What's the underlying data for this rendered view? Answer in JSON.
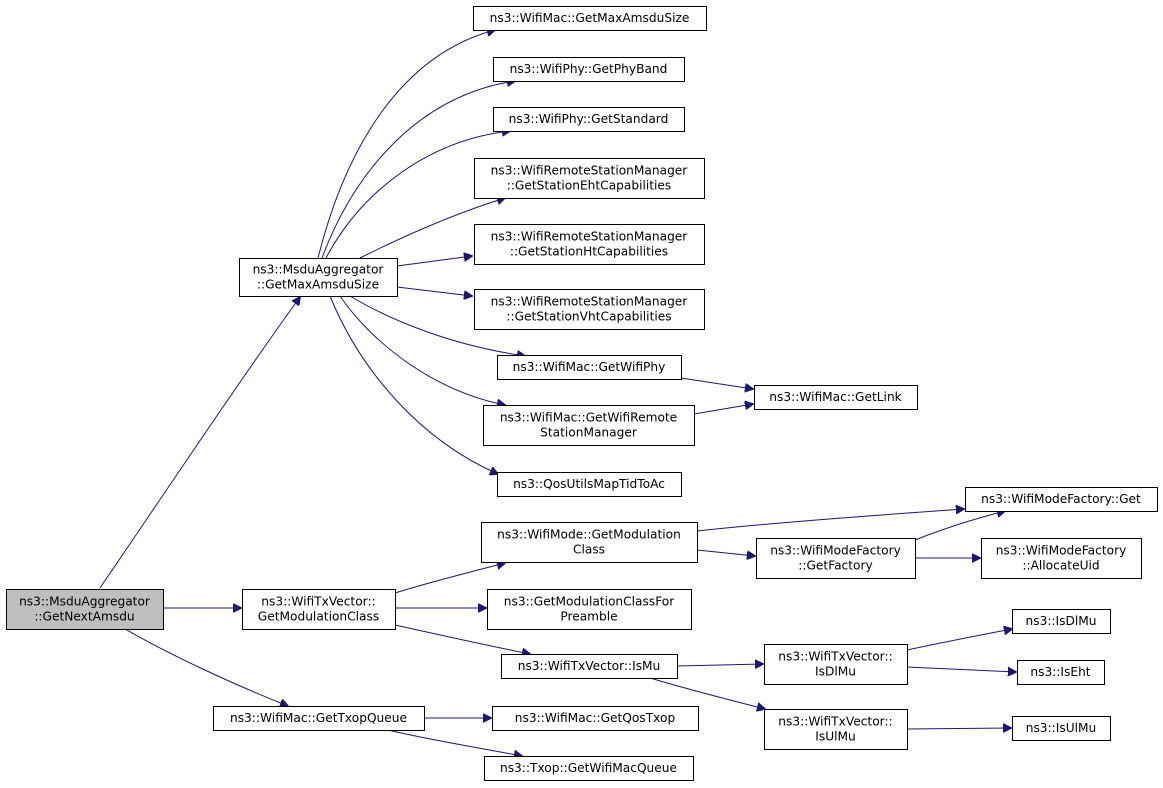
{
  "diagram": {
    "nodes": [
      {
        "id": "root",
        "lines": [
          "ns3::MsduAggregator",
          "::GetNextAmsdu"
        ],
        "root": true
      },
      {
        "id": "getMaxAmsduSize",
        "lines": [
          "ns3::MsduAggregator",
          "::GetMaxAmsduSize"
        ]
      },
      {
        "id": "macGetMaxAmsduSize",
        "lines": [
          "ns3::WifiMac::GetMaxAmsduSize"
        ]
      },
      {
        "id": "phyBand",
        "lines": [
          "ns3::WifiPhy::GetPhyBand"
        ]
      },
      {
        "id": "phyStandard",
        "lines": [
          "ns3::WifiPhy::GetStandard"
        ]
      },
      {
        "id": "ehtCap",
        "lines": [
          "ns3::WifiRemoteStationManager",
          "::GetStationEhtCapabilities"
        ]
      },
      {
        "id": "htCap",
        "lines": [
          "ns3::WifiRemoteStationManager",
          "::GetStationHtCapabilities"
        ]
      },
      {
        "id": "vhtCap",
        "lines": [
          "ns3::WifiRemoteStationManager",
          "::GetStationVhtCapabilities"
        ]
      },
      {
        "id": "getWifiPhy",
        "lines": [
          "ns3::WifiMac::GetWifiPhy"
        ]
      },
      {
        "id": "getLink",
        "lines": [
          "ns3::WifiMac::GetLink"
        ]
      },
      {
        "id": "getRsm",
        "lines": [
          "ns3::WifiMac::GetWifiRemote",
          "StationManager"
        ]
      },
      {
        "id": "qosMap",
        "lines": [
          "ns3::QosUtilsMapTidToAc"
        ]
      },
      {
        "id": "modeGetModClass",
        "lines": [
          "ns3::WifiMode::GetModulation",
          "Class"
        ]
      },
      {
        "id": "factoryGet",
        "lines": [
          "ns3::WifiModeFactory::Get"
        ]
      },
      {
        "id": "getFactory",
        "lines": [
          "ns3::WifiModeFactory",
          "::GetFactory"
        ]
      },
      {
        "id": "allocateUid",
        "lines": [
          "ns3::WifiModeFactory",
          "::AllocateUid"
        ]
      },
      {
        "id": "txGetModClass",
        "lines": [
          "ns3::WifiTxVector::",
          "GetModulationClass"
        ]
      },
      {
        "id": "modClassForPreamble",
        "lines": [
          "ns3::GetModulationClassFor",
          "Preamble"
        ]
      },
      {
        "id": "txIsMu",
        "lines": [
          "ns3::WifiTxVector::IsMu"
        ]
      },
      {
        "id": "txIsDlMu",
        "lines": [
          "ns3::WifiTxVector::",
          "IsDlMu"
        ]
      },
      {
        "id": "isDlMu",
        "lines": [
          "ns3::IsDlMu"
        ]
      },
      {
        "id": "isEht",
        "lines": [
          "ns3::IsEht"
        ]
      },
      {
        "id": "txIsUlMu",
        "lines": [
          "ns3::WifiTxVector::",
          "IsUlMu"
        ]
      },
      {
        "id": "isUlMu",
        "lines": [
          "ns3::IsUlMu"
        ]
      },
      {
        "id": "getTxopQueue",
        "lines": [
          "ns3::WifiMac::GetTxopQueue"
        ]
      },
      {
        "id": "getQosTxop",
        "lines": [
          "ns3::WifiMac::GetQosTxop"
        ]
      },
      {
        "id": "getWifiMacQueue",
        "lines": [
          "ns3::Txop::GetWifiMacQueue"
        ]
      }
    ],
    "edges": [
      [
        "root",
        "getMaxAmsduSize"
      ],
      [
        "root",
        "txGetModClass"
      ],
      [
        "root",
        "getTxopQueue"
      ],
      [
        "getMaxAmsduSize",
        "macGetMaxAmsduSize"
      ],
      [
        "getMaxAmsduSize",
        "phyBand"
      ],
      [
        "getMaxAmsduSize",
        "phyStandard"
      ],
      [
        "getMaxAmsduSize",
        "ehtCap"
      ],
      [
        "getMaxAmsduSize",
        "htCap"
      ],
      [
        "getMaxAmsduSize",
        "vhtCap"
      ],
      [
        "getMaxAmsduSize",
        "getWifiPhy"
      ],
      [
        "getMaxAmsduSize",
        "getRsm"
      ],
      [
        "getMaxAmsduSize",
        "qosMap"
      ],
      [
        "getWifiPhy",
        "getLink"
      ],
      [
        "getRsm",
        "getLink"
      ],
      [
        "txGetModClass",
        "modeGetModClass"
      ],
      [
        "txGetModClass",
        "modClassForPreamble"
      ],
      [
        "txGetModClass",
        "txIsMu"
      ],
      [
        "modeGetModClass",
        "factoryGet"
      ],
      [
        "modeGetModClass",
        "getFactory"
      ],
      [
        "getFactory",
        "factoryGet"
      ],
      [
        "getFactory",
        "allocateUid"
      ],
      [
        "txIsMu",
        "txIsDlMu"
      ],
      [
        "txIsMu",
        "txIsUlMu"
      ],
      [
        "txIsDlMu",
        "isDlMu"
      ],
      [
        "txIsDlMu",
        "isEht"
      ],
      [
        "txIsUlMu",
        "isUlMu"
      ],
      [
        "getTxopQueue",
        "getQosTxop"
      ],
      [
        "getTxopQueue",
        "getWifiMacQueue"
      ]
    ]
  }
}
